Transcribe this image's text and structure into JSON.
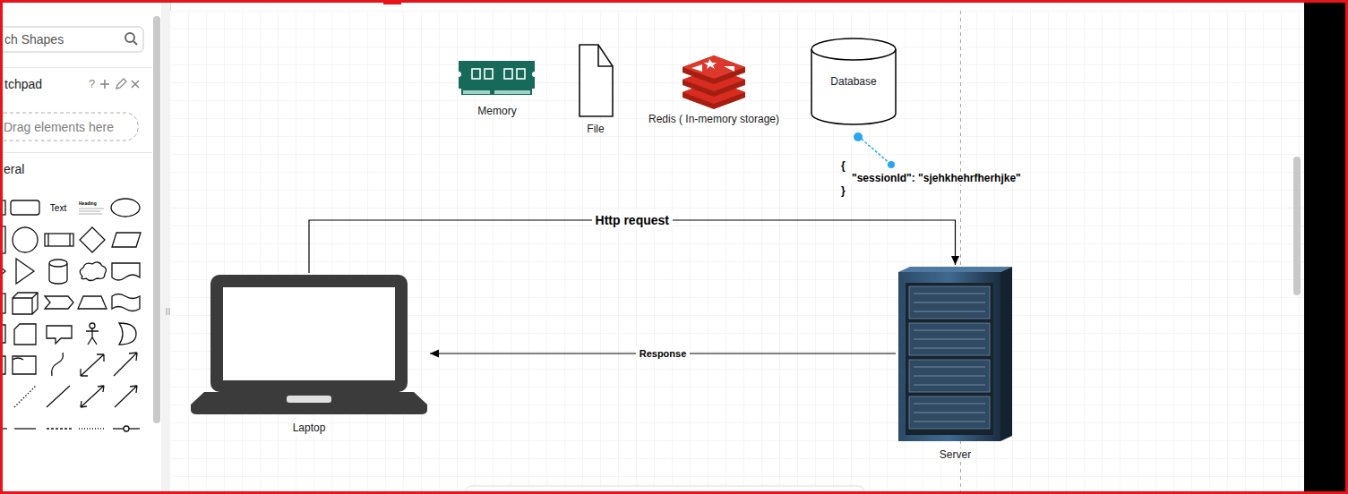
{
  "diagram": {
    "nodes": [
      {
        "text": [
          "Memory"
        ]
      },
      {
        "text": [
          "File"
        ]
      },
      {
        "text": [
          "Redis ( In-memory storage)"
        ]
      },
      {
        "text": [
          "Database"
        ]
      },
      {
        "text": [
          "Laptop"
        ]
      },
      {
        "text": [
          "Server"
        ]
      }
    ],
    "edges": [
      {
        "from": 4,
        "to": 5,
        "arrow": "to",
        "label": "Http request"
      },
      {
        "from": 5,
        "to": 4,
        "arrow": "to",
        "label": "Response"
      }
    ],
    "labels": [
      "ch Shapes",
      "tchpad",
      "?",
      "Drag elements here",
      "eral",
      "Text",
      "Heading",
      "{",
      "\"sessionId\": \"sjehkhehrfherhjke\"",
      "}"
    ]
  }
}
